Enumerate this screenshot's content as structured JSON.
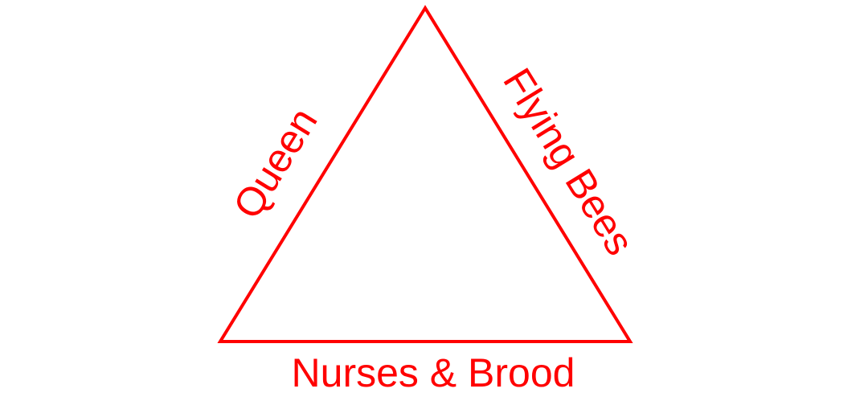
{
  "diagram": {
    "color": "#ff0000",
    "background": "#ffffff",
    "labels": {
      "left_side": "Queen",
      "right_side": "Flying Bees",
      "bottom_side": "Nurses & Brood"
    }
  }
}
